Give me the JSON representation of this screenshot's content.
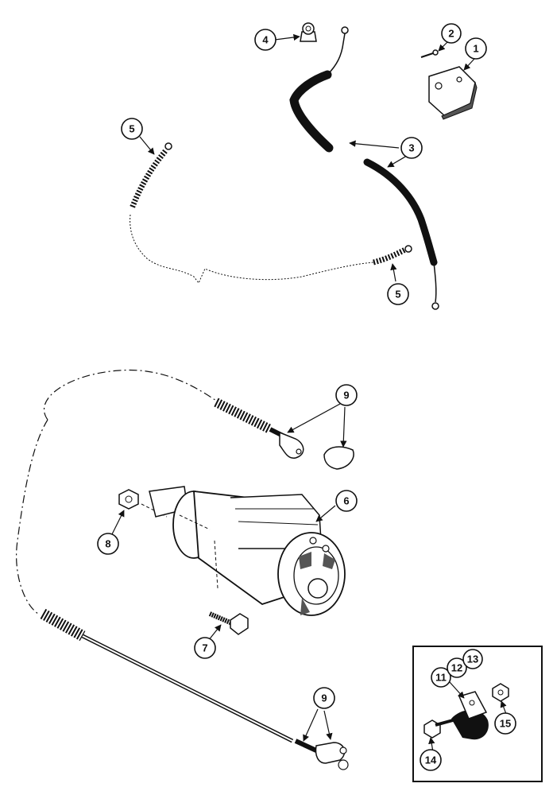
{
  "diagram": {
    "callouts": [
      {
        "id": "c1",
        "label": "1"
      },
      {
        "id": "c2",
        "label": "2"
      },
      {
        "id": "c3",
        "label": "3"
      },
      {
        "id": "c4",
        "label": "4"
      },
      {
        "id": "c5a",
        "label": "5"
      },
      {
        "id": "c5b",
        "label": "5"
      },
      {
        "id": "c6",
        "label": "6"
      },
      {
        "id": "c7",
        "label": "7"
      },
      {
        "id": "c8",
        "label": "8"
      },
      {
        "id": "c9a",
        "label": "9"
      },
      {
        "id": "c9b",
        "label": "9"
      },
      {
        "id": "c11",
        "label": "11"
      },
      {
        "id": "c12",
        "label": "12"
      },
      {
        "id": "c13",
        "label": "13"
      },
      {
        "id": "c14",
        "label": "14"
      },
      {
        "id": "c15",
        "label": "15"
      }
    ],
    "colors": {
      "ink": "#111111",
      "paper": "#ffffff",
      "shade": "#555555"
    }
  }
}
